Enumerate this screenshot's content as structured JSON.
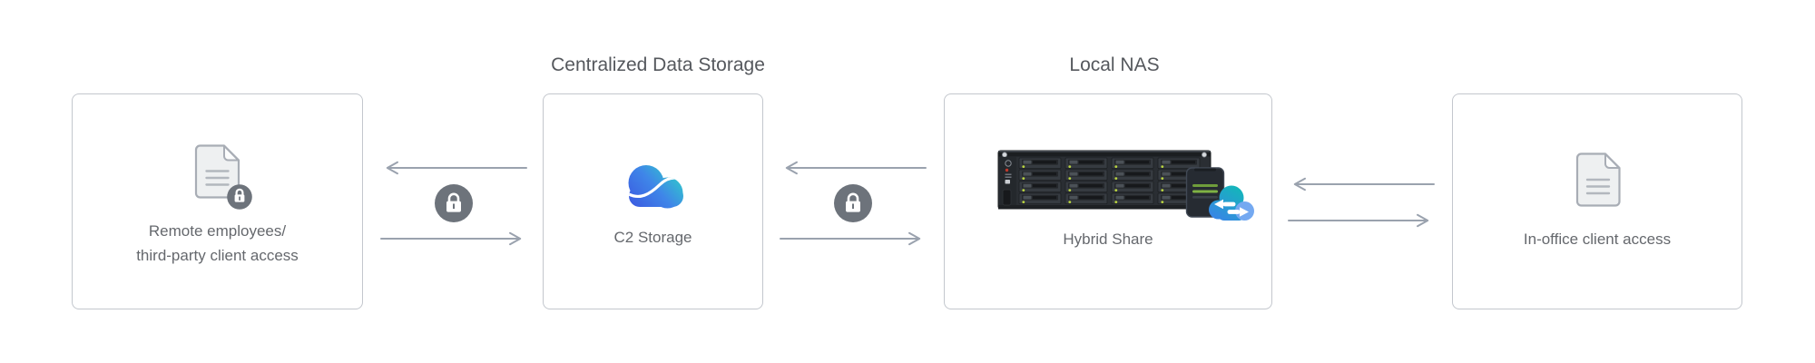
{
  "diagram": {
    "description": "Hybrid cloud storage architecture diagram",
    "headings": {
      "centralized_data_storage": "Centralized Data Storage",
      "local_nas": "Local NAS"
    },
    "nodes": {
      "remote": {
        "label": "Remote employees/\nthird-party client access",
        "icon": "document-lock-icon"
      },
      "c2": {
        "label": "C2 Storage",
        "icon": "c2-storage-cloud-logo"
      },
      "hybrid": {
        "label": "Hybrid Share",
        "icons": [
          "nas-rackmount-image",
          "server-tower-icon",
          "cloud-sync-icon"
        ]
      },
      "office": {
        "label": "In-office client access",
        "icon": "document-icon"
      }
    },
    "links": [
      {
        "between": [
          "remote",
          "c2"
        ],
        "arrows": [
          "left",
          "right"
        ],
        "encrypted": true,
        "lock_icon": "lock-icon"
      },
      {
        "between": [
          "c2",
          "hybrid"
        ],
        "arrows": [
          "left",
          "right"
        ],
        "encrypted": true,
        "lock_icon": "lock-icon"
      },
      {
        "between": [
          "hybrid",
          "office"
        ],
        "arrows": [
          "left",
          "right"
        ],
        "encrypted": false
      }
    ]
  },
  "colors": {
    "background": "#ffffff",
    "box_background": "#ffffff",
    "box_border": "#c3c7cd",
    "heading_text": "#55585d",
    "label_text": "#65686d",
    "arrow": "#9aa2ae",
    "lock_badge": "#6d737b",
    "doc_fill": "#eef0f1",
    "doc_stroke": "#a8adb5",
    "c2_teal": "#2ed1c8",
    "c2_blue": "#3b5ce1",
    "sync_teal": "#0fbcb5",
    "sync_blue": "#3b82e9",
    "nas_body": "#2a2e33",
    "nas_led_green": "#b8d23f",
    "tower_green": "#7fb244"
  }
}
